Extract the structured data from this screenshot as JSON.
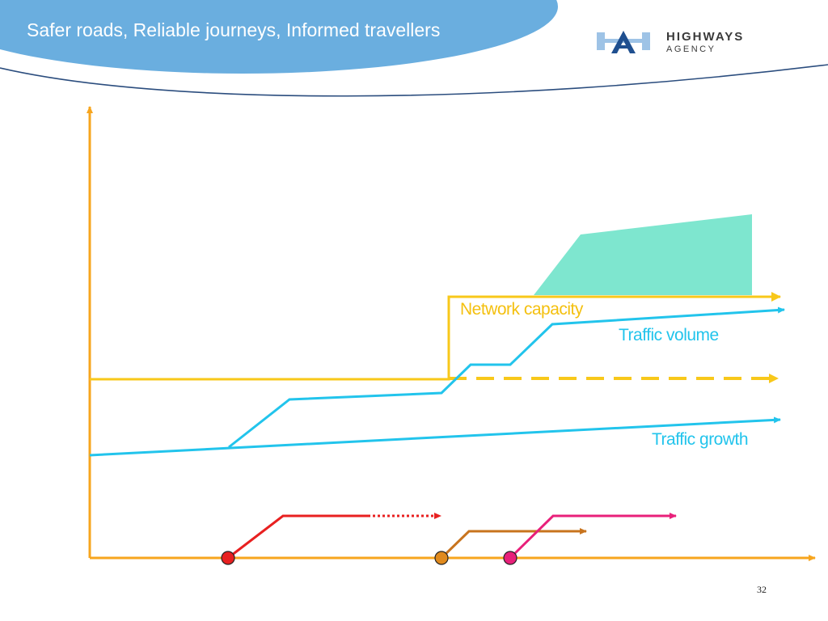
{
  "header": {
    "title": "Safer roads, Reliable journeys, Informed travellers",
    "brand_color": "#6aaedf",
    "rule_color": "#2b4d7e"
  },
  "logo": {
    "word1": "HIGHWAYS",
    "word2": "AGENCY",
    "icon": "highways-agency-logo-icon",
    "colors": {
      "light": "#9ec3e6",
      "dark": "#1f4f8f",
      "text": "#3a3a3a"
    }
  },
  "diagram": {
    "labels": {
      "network_capacity": "Network capacity",
      "traffic_volume": "Traffic volume",
      "traffic_growth": "Traffic growth"
    },
    "colors": {
      "axis": "#f7a51e",
      "capacity": "#f8c81a",
      "volume": "#22c4ec",
      "growth": "#22c4ec",
      "surplus_area": "#7ee6cf",
      "scheme_1": "#e82020",
      "scheme_2": "#c8741e",
      "scheme_3": "#e8207a"
    }
  },
  "page_number": "32"
}
